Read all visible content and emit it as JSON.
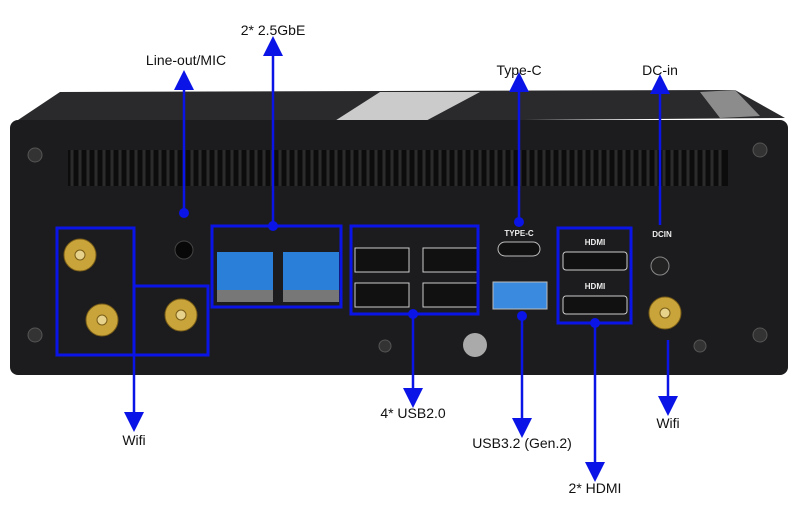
{
  "callouts": {
    "lan": "2* 2.5GbE",
    "audio": "Line-out/MIC",
    "typec": "Type-C",
    "dcin": "DC-in",
    "wifi_left": "Wifi",
    "usb2": "4* USB2.0",
    "usb3": "USB3.2 (Gen.2)",
    "hdmi": "2* HDMI",
    "wifi_right": "Wifi"
  },
  "port_labels": {
    "typec": "TYPE-C",
    "hdmi1": "HDMI",
    "hdmi2": "HDMI",
    "dcin": "DCIN"
  },
  "colors": {
    "accent": "#0a14e6",
    "chassis": "#1c1c1e"
  }
}
